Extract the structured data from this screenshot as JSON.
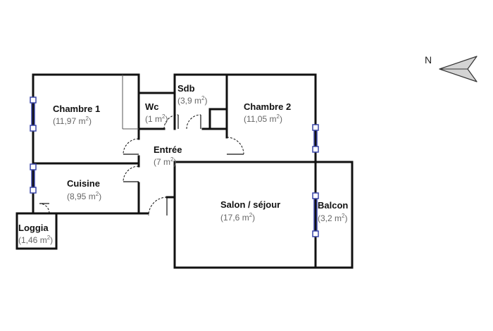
{
  "compass": {
    "label": "N",
    "icon": "north-arrow-icon"
  },
  "colors": {
    "wall": "#111111",
    "window": "#3a46a8",
    "area_text": "#666666",
    "door": "#111111"
  },
  "rooms": [
    {
      "id": "chambre-1",
      "name": "Chambre 1",
      "area": "11,97"
    },
    {
      "id": "wc",
      "name": "Wc",
      "area": "1"
    },
    {
      "id": "sdb",
      "name": "Sdb",
      "area": "3,9"
    },
    {
      "id": "chambre-2",
      "name": "Chambre 2",
      "area": "11,05"
    },
    {
      "id": "entree",
      "name": "Entrée",
      "area": "7"
    },
    {
      "id": "cuisine",
      "name": "Cuisine",
      "area": "8,95"
    },
    {
      "id": "salon-sejour",
      "name": "Salon / séjour",
      "area": "17,6"
    },
    {
      "id": "balcon",
      "name": "Balcon",
      "area": "3,2"
    },
    {
      "id": "loggia",
      "name": "Loggia",
      "area": "1,46"
    }
  ],
  "area_unit": "m",
  "area_unit_exp": "2"
}
